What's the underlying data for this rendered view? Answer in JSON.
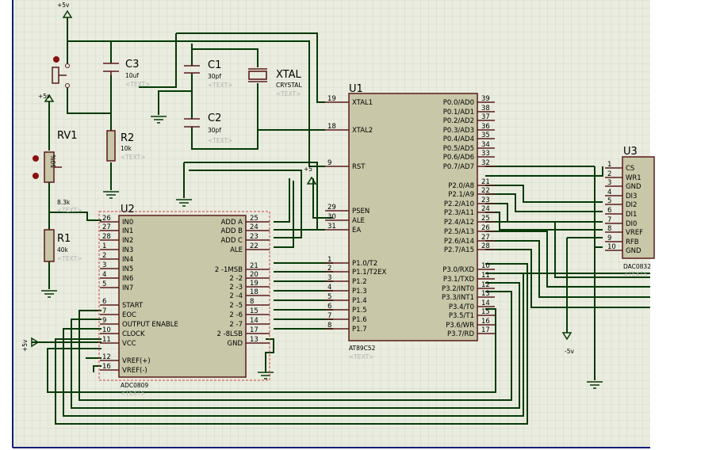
{
  "power": {
    "vcc_top": "+5v",
    "vcc_left": "+5v",
    "vcc_rst": "+5",
    "vcc_side": "+5v",
    "neg": "-5v"
  },
  "c3": {
    "ref": "C3",
    "value": "10uf",
    "text": "<TEXT>"
  },
  "c1": {
    "ref": "C1",
    "value": "30pf",
    "text": "<TEXT>"
  },
  "c2": {
    "ref": "C2",
    "value": "30pf",
    "text": "<TEXT>"
  },
  "xtal": {
    "ref": "XTAL",
    "value": "CRYSTAL",
    "text": "<TEXT>"
  },
  "r2": {
    "ref": "R2",
    "value": "10k",
    "text": "<TEXT>"
  },
  "rv1": {
    "ref": "RV1",
    "value": "8.3k",
    "text": "<TEXT>",
    "pct": "50%"
  },
  "r1": {
    "ref": "R1",
    "value": "40k",
    "text": "<TEXT>"
  },
  "u1": {
    "ref": "U1",
    "part": "AT89C52",
    "text": "<TEXT>",
    "left_pins": [
      {
        "num": "19",
        "name": "XTAL1"
      },
      {
        "num": "18",
        "name": "XTAL2"
      },
      {
        "num": "9",
        "name": "RST"
      },
      {
        "num": "29",
        "name": "PSEN"
      },
      {
        "num": "30",
        "name": "ALE"
      },
      {
        "num": "31",
        "name": "EA"
      },
      {
        "num": "1",
        "name": "P1.0/T2"
      },
      {
        "num": "2",
        "name": "P1.1/T2EX"
      },
      {
        "num": "3",
        "name": "P1.2"
      },
      {
        "num": "4",
        "name": "P1.3"
      },
      {
        "num": "5",
        "name": "P1.4"
      },
      {
        "num": "6",
        "name": "P1.5"
      },
      {
        "num": "7",
        "name": "P1.6"
      },
      {
        "num": "8",
        "name": "P1.7"
      }
    ],
    "right_pins": [
      {
        "num": "39",
        "name": "P0.0/AD0"
      },
      {
        "num": "38",
        "name": "P0.1/AD1"
      },
      {
        "num": "37",
        "name": "P0.2/AD2"
      },
      {
        "num": "36",
        "name": "P0.3/AD3"
      },
      {
        "num": "35",
        "name": "P0.4/AD4"
      },
      {
        "num": "34",
        "name": "P0.5/AD5"
      },
      {
        "num": "33",
        "name": "P0.6/AD6"
      },
      {
        "num": "32",
        "name": "P0.7/AD7"
      },
      {
        "num": "21",
        "name": "P2.0/A8"
      },
      {
        "num": "22",
        "name": "P2.1/A9"
      },
      {
        "num": "23",
        "name": "P2.2/A10"
      },
      {
        "num": "24",
        "name": "P2.3/A11"
      },
      {
        "num": "25",
        "name": "P2.4/A12"
      },
      {
        "num": "26",
        "name": "P2.5/A13"
      },
      {
        "num": "27",
        "name": "P2.6/A14"
      },
      {
        "num": "28",
        "name": "P2.7/A15"
      },
      {
        "num": "10",
        "name": "P3.0/RXD"
      },
      {
        "num": "11",
        "name": "P3.1/TXD"
      },
      {
        "num": "12",
        "name": "P3.2/INT0"
      },
      {
        "num": "13",
        "name": "P3.3/INT1"
      },
      {
        "num": "14",
        "name": "P3.4/T0"
      },
      {
        "num": "15",
        "name": "P3.5/T1"
      },
      {
        "num": "16",
        "name": "P3.6/WR"
      },
      {
        "num": "17",
        "name": "P3.7/RD"
      }
    ]
  },
  "u2": {
    "ref": "U2",
    "part": "ADC0809",
    "text": "<TEXT>",
    "left_pins": [
      {
        "num": "26",
        "name": "IN0"
      },
      {
        "num": "27",
        "name": "IN1"
      },
      {
        "num": "28",
        "name": "IN2"
      },
      {
        "num": "1",
        "name": "IN3"
      },
      {
        "num": "2",
        "name": "IN4"
      },
      {
        "num": "3",
        "name": "IN5"
      },
      {
        "num": "4",
        "name": "IN6"
      },
      {
        "num": "5",
        "name": "IN7"
      },
      {
        "num": "6",
        "name": "START"
      },
      {
        "num": "7",
        "name": "EOC"
      },
      {
        "num": "9",
        "name": "OUTPUT ENABLE"
      },
      {
        "num": "10",
        "name": "CLOCK"
      },
      {
        "num": "11",
        "name": "VCC"
      },
      {
        "num": "12",
        "name": "VREF(+)"
      },
      {
        "num": "16",
        "name": "VREF(-)"
      }
    ],
    "right_pins": [
      {
        "num": "25",
        "name": "ADD A"
      },
      {
        "num": "24",
        "name": "ADD B"
      },
      {
        "num": "23",
        "name": "ADD C"
      },
      {
        "num": "22",
        "name": "ALE"
      },
      {
        "num": "21",
        "name": "2 -1MSB"
      },
      {
        "num": "20",
        "name": "2 -2"
      },
      {
        "num": "19",
        "name": "2 -3"
      },
      {
        "num": "18",
        "name": "2 -4"
      },
      {
        "num": "8",
        "name": "2 -5"
      },
      {
        "num": "15",
        "name": "2 -6"
      },
      {
        "num": "14",
        "name": "2 -7"
      },
      {
        "num": "17",
        "name": "2 -8LSB"
      },
      {
        "num": "13",
        "name": "GND"
      }
    ]
  },
  "u3": {
    "ref": "U3",
    "part": "DAC0832",
    "text": "<TEXT>",
    "pins": [
      {
        "num": "1",
        "name": "CS"
      },
      {
        "num": "2",
        "name": "WR1"
      },
      {
        "num": "3",
        "name": "GND"
      },
      {
        "num": "4",
        "name": "DI3"
      },
      {
        "num": "5",
        "name": "DI2"
      },
      {
        "num": "6",
        "name": "DI1"
      },
      {
        "num": "7",
        "name": "DI0"
      },
      {
        "num": "8",
        "name": "VREF"
      },
      {
        "num": "9",
        "name": "RFB"
      },
      {
        "num": "10",
        "name": "GND"
      }
    ]
  }
}
